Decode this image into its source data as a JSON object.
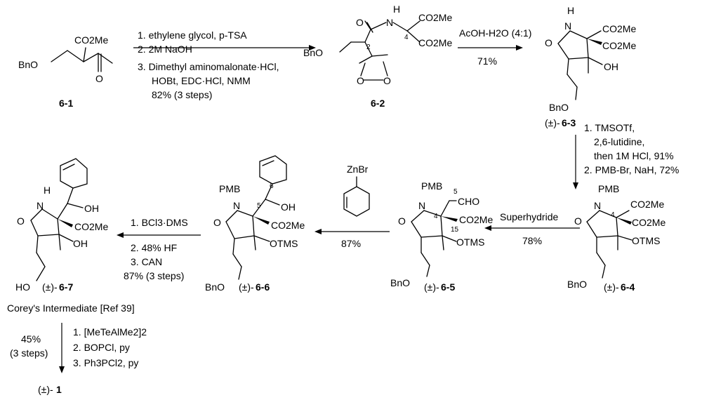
{
  "compounds": [
    {
      "id": "c61",
      "label": "6-1",
      "racemic": "",
      "groups": {
        "ester": "CO2Me",
        "ether": "BnO",
        "ketone": "O"
      }
    },
    {
      "id": "c62",
      "label": "6-2",
      "racemic": "",
      "groups": {
        "ether": "BnO",
        "esterA": "CO2Me",
        "esterB": "CO2Me",
        "nh": "H",
        "amideN": "N",
        "ketalO1": "O",
        "ketalO2": "O",
        "amideO": "O",
        "pos2": "2",
        "pos4": "4"
      }
    },
    {
      "id": "c63",
      "label": "6-3",
      "racemic": "(±)-",
      "groups": {
        "nh": "H",
        "n": "N",
        "lactamO": "O",
        "esterA": "CO2Me",
        "esterB": "CO2Me",
        "oh": "OH",
        "ether": "BnO"
      }
    },
    {
      "id": "c64",
      "label": "6-4",
      "racemic": "(±)-",
      "groups": {
        "pmb": "PMB",
        "n": "N",
        "lactamO": "O",
        "esterA": "CO2Me",
        "esterB": "CO2Me",
        "pos4": "4",
        "otms": "OTMS",
        "ether": "BnO"
      }
    },
    {
      "id": "c65",
      "label": "6-5",
      "racemic": "(±)-",
      "groups": {
        "pmb": "PMB",
        "n": "N",
        "lactamO": "O",
        "pos5": "5",
        "cho": "CHO",
        "ester": "CO2Me",
        "pos4": "4",
        "pos15": "15",
        "otms": "OTMS",
        "ether": "BnO"
      }
    },
    {
      "id": "c66",
      "label": "6-6",
      "racemic": "(±)-",
      "groups": {
        "pmb": "PMB",
        "n": "N",
        "lactamO": "O",
        "pos6": "6",
        "pos5": "5",
        "oh": "OH",
        "ester": "CO2Me",
        "otms": "OTMS",
        "ether": "BnO"
      }
    },
    {
      "id": "c67",
      "label": "6-7",
      "racemic": "(±)-",
      "groups": {
        "nh": "H",
        "n": "N",
        "lactamO": "O",
        "oh1": "OH",
        "ester": "CO2Me",
        "oh2": "OH",
        "alcohol": "HO"
      }
    }
  ],
  "reagent_zn": "ZnBr",
  "steps": [
    {
      "id": "s1",
      "above": [
        "1. ethylene glycol, p-TSA",
        "2. 2M NaOH"
      ],
      "below": [
        "3. Dimethyl aminomalonate·HCl,",
        "HOBt, EDC·HCl, NMM",
        "82% (3 steps)"
      ]
    },
    {
      "id": "s2",
      "above": [
        "AcOH-H2O (4:1)"
      ],
      "below": [
        "71%"
      ]
    },
    {
      "id": "s3",
      "side": [
        "1. TMSOTf,",
        "2,6-lutidine,",
        "then 1M HCl, 91%",
        "2. PMB-Br, NaH, 72%"
      ]
    },
    {
      "id": "s4",
      "above": [
        "Superhydride"
      ],
      "below": [
        "78%"
      ]
    },
    {
      "id": "s5",
      "below": [
        "87%"
      ]
    },
    {
      "id": "s6",
      "above": [
        "1. BCl3·DMS"
      ],
      "below": [
        "2. 48% HF",
        "3. CAN",
        "87% (3 steps)"
      ]
    },
    {
      "id": "s7",
      "left": [
        "45%",
        "(3 steps)"
      ],
      "right": [
        "1. [MeTeAlMe2]2",
        "2. BOPCl, py",
        "3. Ph3PCl2, py"
      ]
    }
  ],
  "corey_note": "Corey's Intermediate [Ref 39]",
  "product": {
    "racemic": "(±)-",
    "label": "1"
  }
}
